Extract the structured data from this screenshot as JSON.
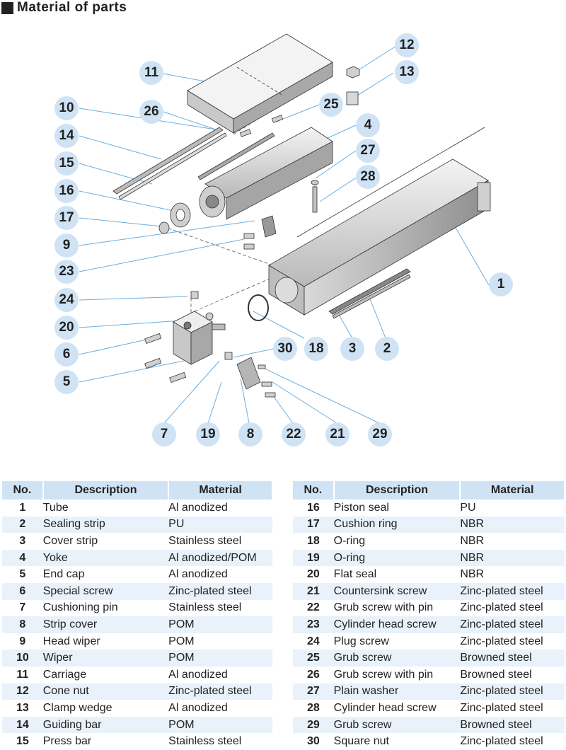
{
  "title": "Material of parts",
  "callouts": [
    {
      "id": "11",
      "label": "11"
    },
    {
      "id": "12",
      "label": "12"
    },
    {
      "id": "13",
      "label": "13"
    },
    {
      "id": "10",
      "label": "10"
    },
    {
      "id": "26",
      "label": "26"
    },
    {
      "id": "25",
      "label": "25"
    },
    {
      "id": "4",
      "label": "4"
    },
    {
      "id": "14",
      "label": "14"
    },
    {
      "id": "27",
      "label": "27"
    },
    {
      "id": "15",
      "label": "15"
    },
    {
      "id": "28",
      "label": "28"
    },
    {
      "id": "16",
      "label": "16"
    },
    {
      "id": "17",
      "label": "17"
    },
    {
      "id": "9",
      "label": "9"
    },
    {
      "id": "1",
      "label": "1"
    },
    {
      "id": "23",
      "label": "23"
    },
    {
      "id": "24",
      "label": "24"
    },
    {
      "id": "20",
      "label": "20"
    },
    {
      "id": "6",
      "label": "6"
    },
    {
      "id": "30",
      "label": "30"
    },
    {
      "id": "18",
      "label": "18"
    },
    {
      "id": "3",
      "label": "3"
    },
    {
      "id": "2",
      "label": "2"
    },
    {
      "id": "5",
      "label": "5"
    },
    {
      "id": "7",
      "label": "7"
    },
    {
      "id": "19",
      "label": "19"
    },
    {
      "id": "8",
      "label": "8"
    },
    {
      "id": "22",
      "label": "22"
    },
    {
      "id": "21",
      "label": "21"
    },
    {
      "id": "29",
      "label": "29"
    }
  ],
  "table": {
    "headers": {
      "no": "No.",
      "description": "Description",
      "material": "Material"
    },
    "left": [
      {
        "no": "1",
        "description": "Tube",
        "material": "Al anodized"
      },
      {
        "no": "2",
        "description": "Sealing strip",
        "material": "PU"
      },
      {
        "no": "3",
        "description": "Cover strip",
        "material": "Stainless steel"
      },
      {
        "no": "4",
        "description": "Yoke",
        "material": "Al anodized/POM"
      },
      {
        "no": "5",
        "description": "End cap",
        "material": "Al anodized"
      },
      {
        "no": "6",
        "description": "Special screw",
        "material": "Zinc-plated steel"
      },
      {
        "no": "7",
        "description": "Cushioning pin",
        "material": "Stainless steel"
      },
      {
        "no": "8",
        "description": "Strip cover",
        "material": "POM"
      },
      {
        "no": "9",
        "description": "Head wiper",
        "material": "POM"
      },
      {
        "no": "10",
        "description": "Wiper",
        "material": "POM"
      },
      {
        "no": "11",
        "description": "Carriage",
        "material": "Al anodized"
      },
      {
        "no": "12",
        "description": "Cone nut",
        "material": "Zinc-plated steel"
      },
      {
        "no": "13",
        "description": "Clamp wedge",
        "material": " Al anodized"
      },
      {
        "no": "14",
        "description": "Guiding bar",
        "material": "POM"
      },
      {
        "no": "15",
        "description": "Press bar",
        "material": "Stainless steel"
      }
    ],
    "right": [
      {
        "no": "16",
        "description": "Piston seal",
        "material": "PU"
      },
      {
        "no": "17",
        "description": "Cushion ring",
        "material": "NBR"
      },
      {
        "no": "18",
        "description": "O-ring",
        "material": "NBR"
      },
      {
        "no": "19",
        "description": "O-ring",
        "material": "NBR"
      },
      {
        "no": "20",
        "description": "Flat seal",
        "material": "NBR"
      },
      {
        "no": "21",
        "description": "Countersink screw",
        "material": "Zinc-plated steel"
      },
      {
        "no": "22",
        "description": "Grub screw with pin",
        "material": "Zinc-plated steel"
      },
      {
        "no": "23",
        "description": "Cylinder head screw",
        "material": "Zinc-plated steel"
      },
      {
        "no": "24",
        "description": "Plug screw",
        "material": "Zinc-plated steel"
      },
      {
        "no": "25",
        "description": "Grub screw",
        "material": "Browned steel"
      },
      {
        "no": "26",
        "description": "Grub screw with pin",
        "material": "Browned steel"
      },
      {
        "no": "27",
        "description": "Plain washer",
        "material": "Zinc-plated steel"
      },
      {
        "no": "28",
        "description": "Cylinder head screw",
        "material": "Zinc-plated steel"
      },
      {
        "no": "29",
        "description": "Grub screw",
        "material": "Browned steel"
      },
      {
        "no": "30",
        "description": "Square nut",
        "material": "Zinc-plated steel"
      }
    ]
  }
}
